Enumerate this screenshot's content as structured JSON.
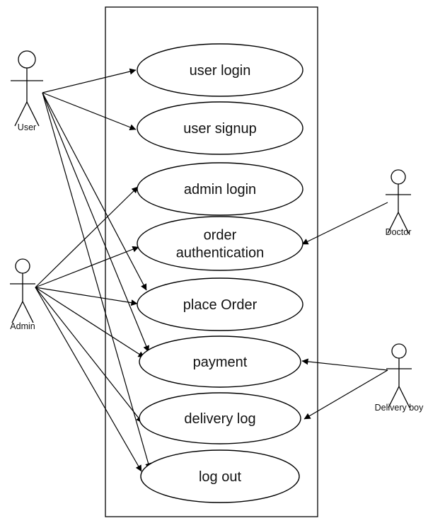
{
  "actors": [
    {
      "id": "user",
      "label": "User"
    },
    {
      "id": "admin",
      "label": "Admin"
    },
    {
      "id": "doctor",
      "label": "Doctor"
    },
    {
      "id": "delivery",
      "label": "Delivery boy"
    }
  ],
  "usecases": [
    {
      "id": "user-login",
      "lines": [
        "user login"
      ]
    },
    {
      "id": "user-signup",
      "lines": [
        "user signup"
      ]
    },
    {
      "id": "admin-login",
      "lines": [
        "admin login"
      ]
    },
    {
      "id": "order-authentication",
      "lines": [
        "order",
        "authentication"
      ]
    },
    {
      "id": "place-order",
      "lines": [
        "place Order"
      ]
    },
    {
      "id": "payment",
      "lines": [
        "payment"
      ]
    },
    {
      "id": "delivery-log",
      "lines": [
        "delivery log"
      ]
    },
    {
      "id": "log-out",
      "lines": [
        "log out"
      ]
    }
  ],
  "associations": [
    {
      "from": "user",
      "to": "user-login"
    },
    {
      "from": "user",
      "to": "user-signup"
    },
    {
      "from": "user",
      "to": "place-order"
    },
    {
      "from": "user",
      "to": "payment"
    },
    {
      "from": "user",
      "to": "log-out"
    },
    {
      "from": "admin",
      "to": "admin-login"
    },
    {
      "from": "admin",
      "to": "order-authentication"
    },
    {
      "from": "admin",
      "to": "place-order"
    },
    {
      "from": "admin",
      "to": "payment"
    },
    {
      "from": "admin",
      "to": "delivery-log"
    },
    {
      "from": "admin",
      "to": "log-out"
    },
    {
      "from": "doctor",
      "to": "order-authentication"
    },
    {
      "from": "delivery",
      "to": "payment"
    },
    {
      "from": "delivery",
      "to": "delivery-log"
    }
  ]
}
